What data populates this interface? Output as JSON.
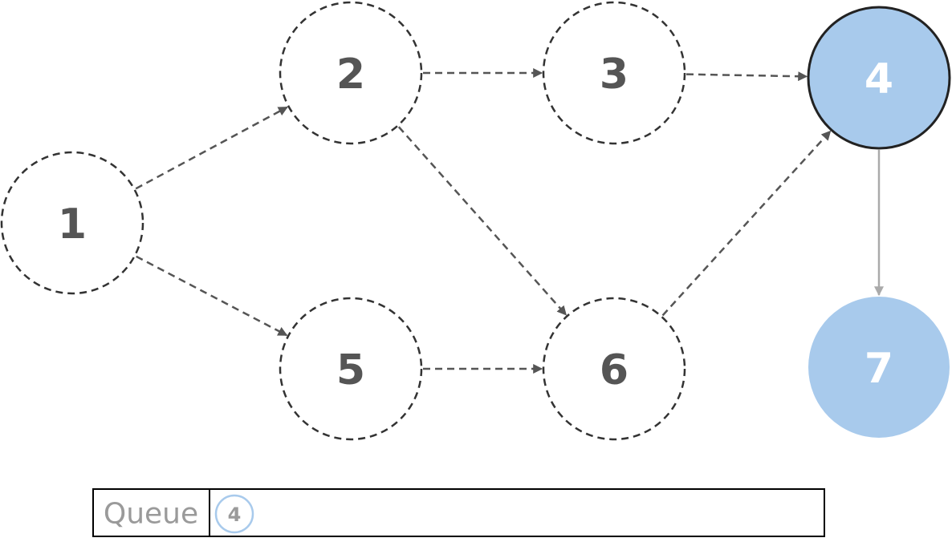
{
  "colors": {
    "dashed_stroke": "#333333",
    "dashed_edge": "#555555",
    "node_text": "#555555",
    "active_fill": "#a8caec",
    "active_stroke": "#222222",
    "active_text": "#ffffff",
    "solid_edge": "#aaaaaa",
    "queue_border": "#000000",
    "queue_label": "#9a9a9a",
    "queue_item_stroke": "#a8caec",
    "queue_item_text": "#9a9a9a"
  },
  "nodes": [
    {
      "id": "1",
      "label": "1",
      "state": "unvisited"
    },
    {
      "id": "2",
      "label": "2",
      "state": "unvisited"
    },
    {
      "id": "3",
      "label": "3",
      "state": "unvisited"
    },
    {
      "id": "4",
      "label": "4",
      "state": "current"
    },
    {
      "id": "5",
      "label": "5",
      "state": "unvisited"
    },
    {
      "id": "6",
      "label": "6",
      "state": "unvisited"
    },
    {
      "id": "7",
      "label": "7",
      "state": "visited"
    }
  ],
  "edges": [
    {
      "from": "1",
      "to": "2",
      "style": "dashed"
    },
    {
      "from": "1",
      "to": "5",
      "style": "dashed"
    },
    {
      "from": "2",
      "to": "3",
      "style": "dashed"
    },
    {
      "from": "2",
      "to": "6",
      "style": "dashed"
    },
    {
      "from": "3",
      "to": "4",
      "style": "dashed"
    },
    {
      "from": "5",
      "to": "6",
      "style": "dashed"
    },
    {
      "from": "6",
      "to": "4",
      "style": "dashed"
    },
    {
      "from": "4",
      "to": "7",
      "style": "solid"
    }
  ],
  "queue": {
    "label": "Queue",
    "items": [
      "4"
    ]
  }
}
